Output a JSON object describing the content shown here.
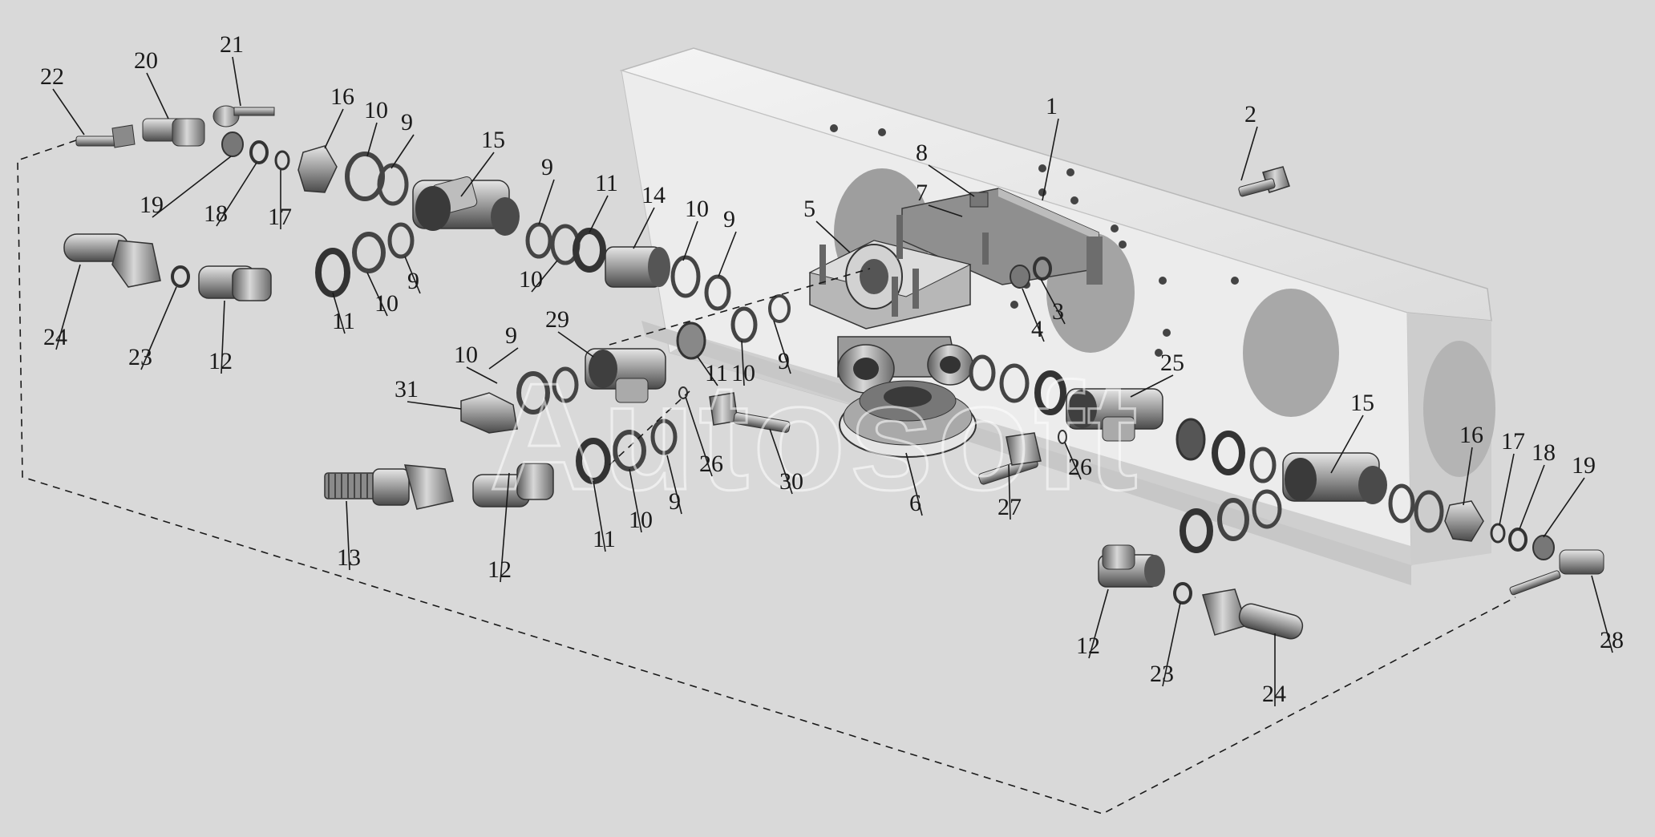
{
  "watermark": "Autosoft",
  "colors": {
    "background": "#d9d9d9",
    "frame": "#eeeeee",
    "part_light": "#c9c9c9",
    "part_dark": "#5a5a5a",
    "ink": "#1a1a1a"
  },
  "callouts": [
    {
      "id": "c1",
      "text": "1"
    },
    {
      "id": "c2",
      "text": "2"
    },
    {
      "id": "c3",
      "text": "3"
    },
    {
      "id": "c4",
      "text": "4"
    },
    {
      "id": "c5",
      "text": "5"
    },
    {
      "id": "c6",
      "text": "6"
    },
    {
      "id": "c7",
      "text": "7"
    },
    {
      "id": "c8",
      "text": "8"
    },
    {
      "id": "c9a",
      "text": "9"
    },
    {
      "id": "c9b",
      "text": "9"
    },
    {
      "id": "c9c",
      "text": "9"
    },
    {
      "id": "c9d",
      "text": "9"
    },
    {
      "id": "c9e",
      "text": "9"
    },
    {
      "id": "c9f",
      "text": "9"
    },
    {
      "id": "c9g",
      "text": "9"
    },
    {
      "id": "c10a",
      "text": "10"
    },
    {
      "id": "c10b",
      "text": "10"
    },
    {
      "id": "c10c",
      "text": "10"
    },
    {
      "id": "c10d",
      "text": "10"
    },
    {
      "id": "c10e",
      "text": "10"
    },
    {
      "id": "c10f",
      "text": "10"
    },
    {
      "id": "c10g",
      "text": "10"
    },
    {
      "id": "c11a",
      "text": "11"
    },
    {
      "id": "c11b",
      "text": "11"
    },
    {
      "id": "c11c",
      "text": "11"
    },
    {
      "id": "c11d",
      "text": "11"
    },
    {
      "id": "c12a",
      "text": "12"
    },
    {
      "id": "c12b",
      "text": "12"
    },
    {
      "id": "c12c",
      "text": "12"
    },
    {
      "id": "c13",
      "text": "13"
    },
    {
      "id": "c14",
      "text": "14"
    },
    {
      "id": "c15a",
      "text": "15"
    },
    {
      "id": "c15b",
      "text": "15"
    },
    {
      "id": "c16a",
      "text": "16"
    },
    {
      "id": "c16b",
      "text": "16"
    },
    {
      "id": "c17a",
      "text": "17"
    },
    {
      "id": "c17b",
      "text": "17"
    },
    {
      "id": "c18a",
      "text": "18"
    },
    {
      "id": "c18b",
      "text": "18"
    },
    {
      "id": "c19a",
      "text": "19"
    },
    {
      "id": "c19b",
      "text": "19"
    },
    {
      "id": "c20",
      "text": "20"
    },
    {
      "id": "c21",
      "text": "21"
    },
    {
      "id": "c22",
      "text": "22"
    },
    {
      "id": "c23a",
      "text": "23"
    },
    {
      "id": "c23b",
      "text": "23"
    },
    {
      "id": "c24a",
      "text": "24"
    },
    {
      "id": "c24b",
      "text": "24"
    },
    {
      "id": "c25",
      "text": "25"
    },
    {
      "id": "c26a",
      "text": "26"
    },
    {
      "id": "c26b",
      "text": "26"
    },
    {
      "id": "c27",
      "text": "27"
    },
    {
      "id": "c28",
      "text": "28"
    },
    {
      "id": "c29",
      "text": "29"
    },
    {
      "id": "c30",
      "text": "30"
    },
    {
      "id": "c31",
      "text": "31"
    }
  ]
}
